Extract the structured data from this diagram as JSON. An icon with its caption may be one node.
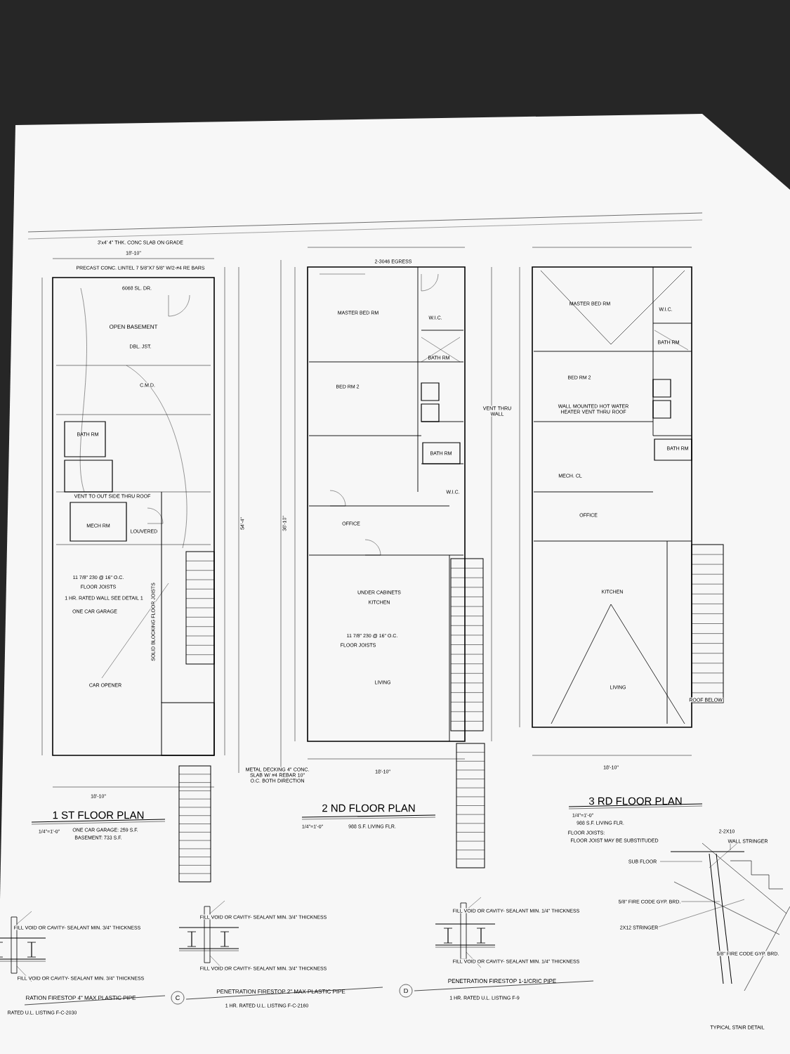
{
  "diagram": {
    "labels": [
      "3'x4' 4\" THK. CONC SLAB ON GRADE",
      "18'-10\"",
      "PRECAST CONC. LINTEL 7 5/8\"X7 5/8\" W/2-#4 RE BARS",
      "6068 SL. DR.",
      "OPEN BASEMENT",
      "DBL. JST.",
      "C.M.D.",
      "BATH RM",
      "VENT TO OUT SIDE THRU ROOF",
      "MECH RM",
      "LOUVERED",
      "FLOOR JOISTS",
      "11 7/8\" 230 @ 16\" O.C.",
      "1 HR. RATED WALL SEE DETAIL 1",
      "ONE CAR GARAGE",
      "SOLID BLOCKING FLOOR JOISTS",
      "CAR OPENER",
      "METAL DECKING 4\" CONC. SLAB W/ #4 REBAR 10\" O.C. BOTH DIRECTION",
      "1 ST FLOOR PLAN",
      "1/4\"=1'-0\"",
      "ONE CAR GARAGE: 259 S.F.",
      "BASEMENT: 733 S.F.",
      "2-3046 EGRESS",
      "MASTER BED RM",
      "W.I.C.",
      "BATH RM",
      "BED RM 2",
      "VENT THRU WALL",
      "BATH RM",
      "W.I.C.",
      "OFFICE",
      "KITCHEN",
      "UNDER CABINETS",
      "11 7/8\" 230 @ 16\" O.C.",
      "FLOOR JOISTS",
      "LIVING",
      "2 ND FLOOR PLAN",
      "1/4\"=1'-0\"",
      "988 S.F. LIVING FLR.",
      "MASTER BED RM",
      "W.I.C.",
      "BATH RM",
      "BED RM 2",
      "WALL MOUNTED HOT WATER HEATER VENT THRU ROOF",
      "BATH RM",
      "MECH. CL",
      "OFFICE",
      "KITCHEN",
      "LIVING",
      "ROOF BELOW",
      "3 RD FLOOR PLAN",
      "1/4\"=1'-0\"",
      "988 S.F. LIVING FLR.",
      "FLOOR JOISTS:",
      "FLOOR JOIST MAY BE SUBSTITUDED",
      "2-2X10",
      "WALL STRINGER",
      "SUB FLOOR",
      "5/8\" FIRE CODE GYP. BRD.",
      "2X12 STRINGER",
      "5/8\" FIRE CODE GYP. BRD.",
      "TYPICAL STAIR DETAIL",
      "FILL VOID OR CAVITY- SEALANT MIN. 3/4\" THICKNESS",
      "FILL VOID OR CAVITY- SEALANT MIN. 3/4\" THICKNESS",
      "RATION FIRESTOP 4\" MAX PLASTIC PIPE",
      "RATED U.L. LISTING F-C-2030",
      "FILL VOID OR CAVITY- SEALANT MIN. 3/4\" THICKNESS",
      "FILL VOID OR CAVITY- SEALANT MIN. 3/4\" THICKNESS",
      "C",
      "PENETRATION FIRESTOP 2\" MAX PLASTIC PIPE",
      "1 HR. RATED U.L. LISTING F-C-2160",
      "FILL VOID OR CAVITY- SEALANT MIN. 1/4\" THICKNESS",
      "FILL VOID OR CAVITY- SEALANT MIN. 1/4\" THICKNESS",
      "D",
      "PENETRATION FIRESTOP 1-1/CRIC PIPE",
      "1 HR. RATED U.L. LISTING F-9",
      "18'-10\"",
      "18'-10\"",
      "18'-10\"",
      "54'-4\"",
      "36'-10\""
    ]
  }
}
